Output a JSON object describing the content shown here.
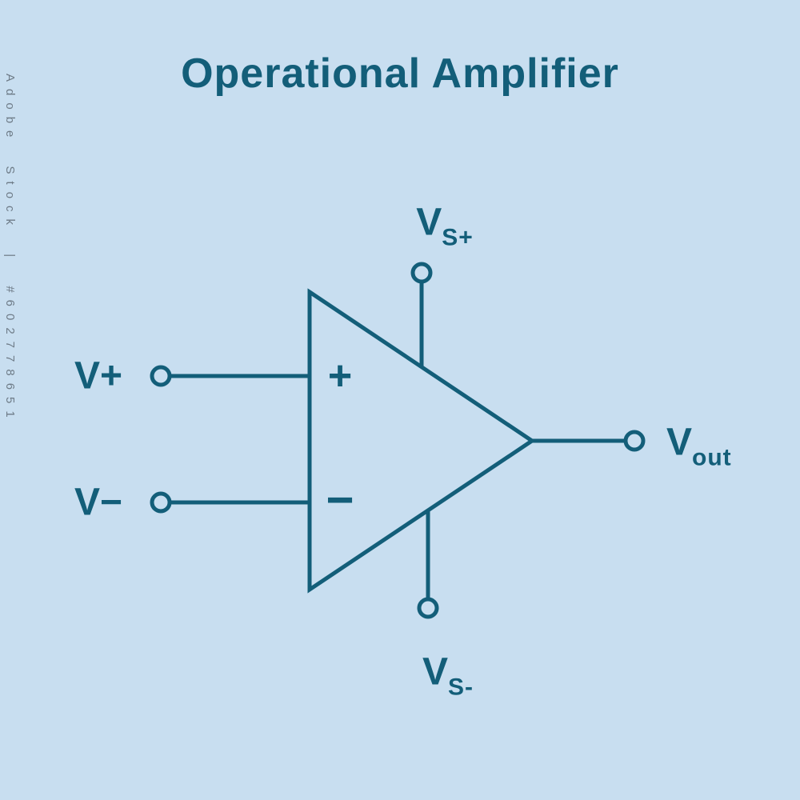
{
  "title": "Operational Amplifier",
  "colors": {
    "background": "#c8def0",
    "ink": "#135e79",
    "watermark": "#6e7b87"
  },
  "watermark": {
    "agency": "Adobe Stock",
    "separator": "|",
    "asset_id": "#602778651"
  },
  "opamp": {
    "input_noninverting_label": "V+",
    "input_inverting_label": "V−",
    "plus_symbol": "+",
    "minus_symbol": "−",
    "supply_positive": {
      "base": "V",
      "sub": "S+"
    },
    "supply_negative": {
      "base": "V",
      "sub": "S-"
    },
    "output": {
      "base": "V",
      "sub": "out"
    }
  }
}
